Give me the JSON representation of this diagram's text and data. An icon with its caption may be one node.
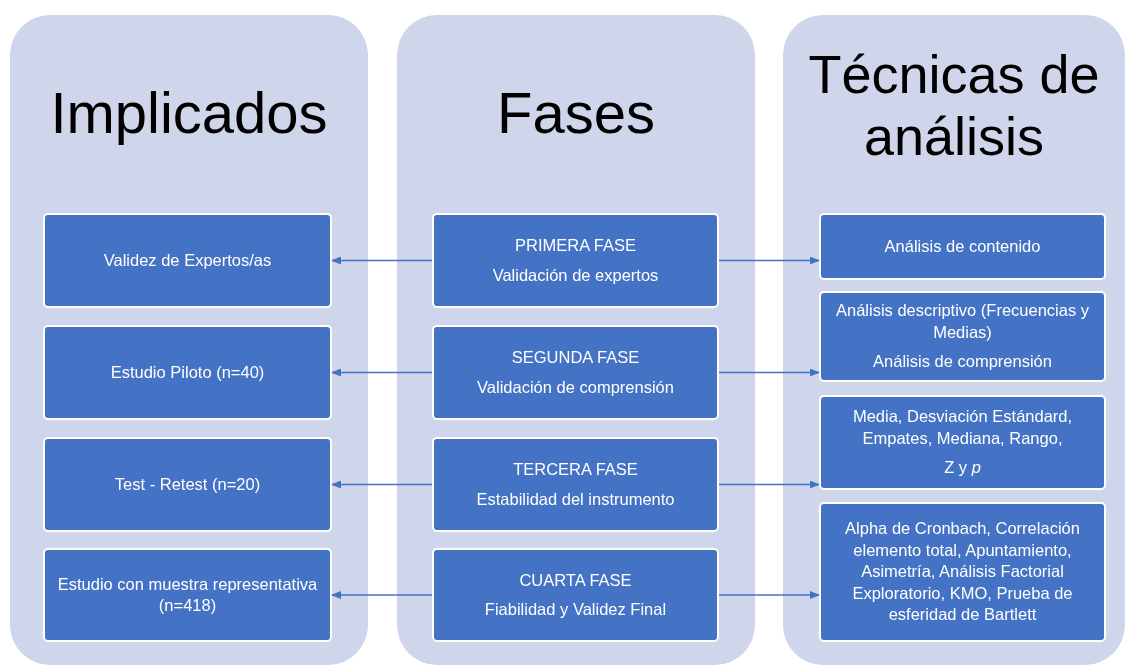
{
  "diagram": {
    "nodes": [
      {
        "text": [
          "Implicados"
        ]
      },
      {
        "text": [
          "Validez de Expertos/as"
        ],
        "in": 0
      },
      {
        "text": [
          "Estudio Piloto (n=40)"
        ],
        "in": 0
      },
      {
        "text": [
          "Test - Retest (n=20)"
        ],
        "in": 0
      },
      {
        "text": [
          "Estudio con muestra representativa (n=418)"
        ],
        "in": 0
      },
      {
        "text": [
          "Fases"
        ]
      },
      {
        "text": [
          "PRIMERA FASE",
          "Validación de expertos"
        ],
        "in": 5
      },
      {
        "text": [
          "SEGUNDA FASE",
          "Validación de comprensión"
        ],
        "in": 5
      },
      {
        "text": [
          "TERCERA FASE",
          "Estabilidad del instrumento"
        ],
        "in": 5
      },
      {
        "text": [
          "CUARTA FASE",
          "Fiabilidad y Validez Final"
        ],
        "in": 5
      },
      {
        "text": [
          "Técnicas de análisis"
        ]
      },
      {
        "text": [
          "Análisis de contenido"
        ],
        "in": 10
      },
      {
        "text": [
          "Análisis descriptivo (Frecuencias y Medias)",
          "Análisis de comprensión"
        ],
        "in": 10
      },
      {
        "text": [
          "Media, Desviación Estándard, Empates, Mediana, Rango,",
          "Z y *p*"
        ],
        "in": 10
      },
      {
        "text": [
          "Alpha de Cronbach, Correlación elemento total, Apuntamiento, Asimetría, Análisis Factorial Exploratorio, KMO, Prueba de esferidad de Bartlett"
        ],
        "in": 10
      }
    ],
    "edges": [
      {
        "from": 6,
        "to": 1,
        "arrow": "to"
      },
      {
        "from": 6,
        "to": 11,
        "arrow": "to"
      },
      {
        "from": 7,
        "to": 2,
        "arrow": "to"
      },
      {
        "from": 7,
        "to": 12,
        "arrow": "to"
      },
      {
        "from": 8,
        "to": 3,
        "arrow": "to"
      },
      {
        "from": 8,
        "to": 13,
        "arrow": "to"
      },
      {
        "from": 9,
        "to": 4,
        "arrow": "to"
      },
      {
        "from": 9,
        "to": 14,
        "arrow": "to"
      }
    ]
  }
}
